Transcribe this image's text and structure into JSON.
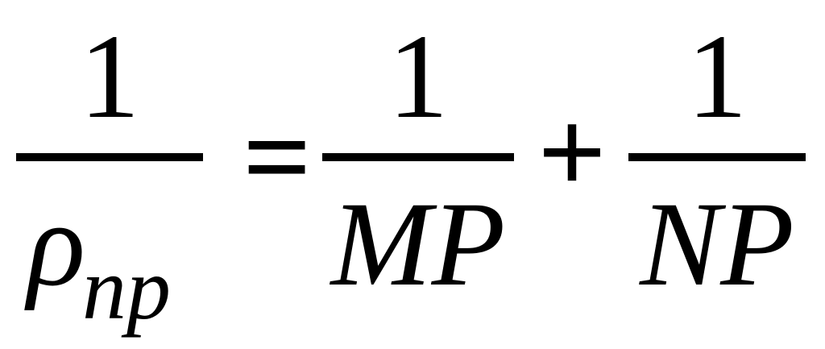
{
  "equation": {
    "term1": {
      "numerator": "1",
      "denominator_main": "ρ",
      "denominator_sub": "np"
    },
    "equals": "=",
    "term2": {
      "numerator": "1",
      "denominator": "MP"
    },
    "plus": "+",
    "term3": {
      "numerator": "1",
      "denominator": "NP"
    }
  }
}
